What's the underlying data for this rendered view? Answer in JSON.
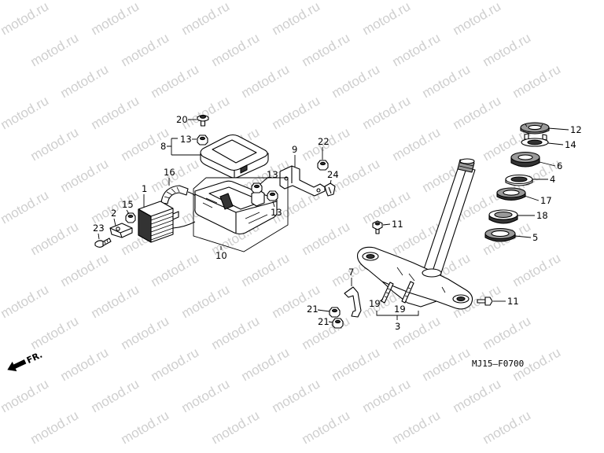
{
  "watermark": "motod.ru",
  "direction_label": "FR.",
  "diagram_code": "MJ15—F0700",
  "callouts": [
    "20",
    "13",
    "8",
    "9",
    "22",
    "16",
    "1",
    "15",
    "2",
    "23",
    "24",
    "13",
    "13",
    "10",
    "12",
    "14",
    "6",
    "4",
    "17",
    "18",
    "5",
    "11",
    "11",
    "7",
    "19",
    "19",
    "3",
    "21",
    "21"
  ],
  "colors": {
    "line": "#000000",
    "watermark": "#cfcfcf",
    "background": "#ffffff"
  }
}
